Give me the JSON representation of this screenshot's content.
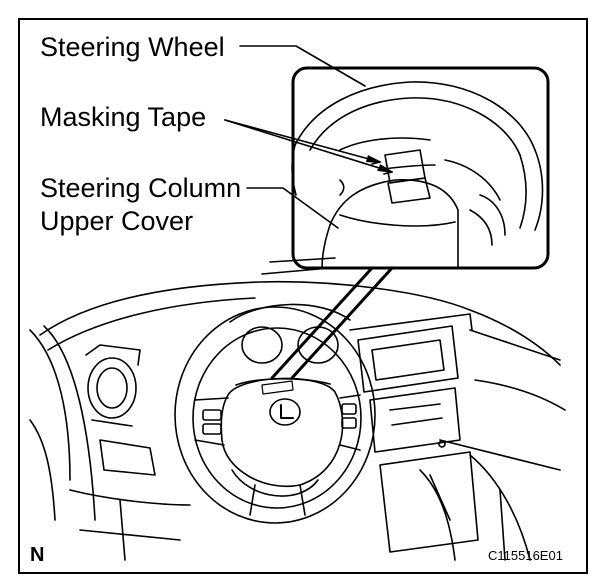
{
  "labels": {
    "steering_wheel": "Steering Wheel",
    "masking_tape": "Masking Tape",
    "column_cover_line1": "Steering Column",
    "column_cover_line2": "Upper Cover"
  },
  "orientation_mark": "N",
  "figure_code": "C115516E01",
  "colors": {
    "line": "#000000",
    "background": "#ffffff"
  },
  "icons": [
    "lexus-emblem-icon"
  ]
}
